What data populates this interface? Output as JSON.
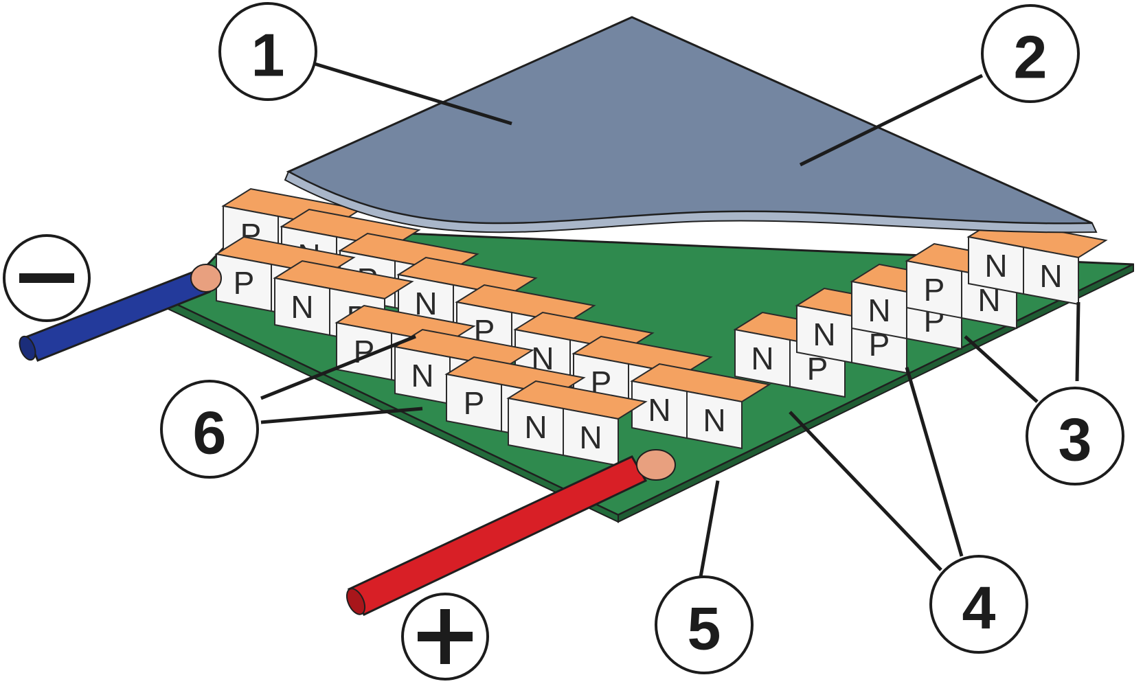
{
  "callouts": [
    {
      "id": "callout-1",
      "label": "1"
    },
    {
      "id": "callout-2",
      "label": "2"
    },
    {
      "id": "callout-3",
      "label": "3"
    },
    {
      "id": "callout-4",
      "label": "4"
    },
    {
      "id": "callout-5",
      "label": "5"
    },
    {
      "id": "callout-6",
      "label": "6"
    }
  ],
  "terminals": {
    "negative_symbol": "minus",
    "positive_symbol": "plus"
  },
  "leg_letters": {
    "p": "P",
    "n": "N"
  },
  "colors": {
    "ceramic_plate": "#7486a1",
    "ceramic_plate_edge": "#a9b6c9",
    "substrate": "#2f8a4e",
    "conductor_pad": "#f4a261",
    "leg": "#f6f6f6",
    "wire_negative": "#233a9b",
    "wire_positive": "#d81f26",
    "solder": "#e8a07f"
  }
}
